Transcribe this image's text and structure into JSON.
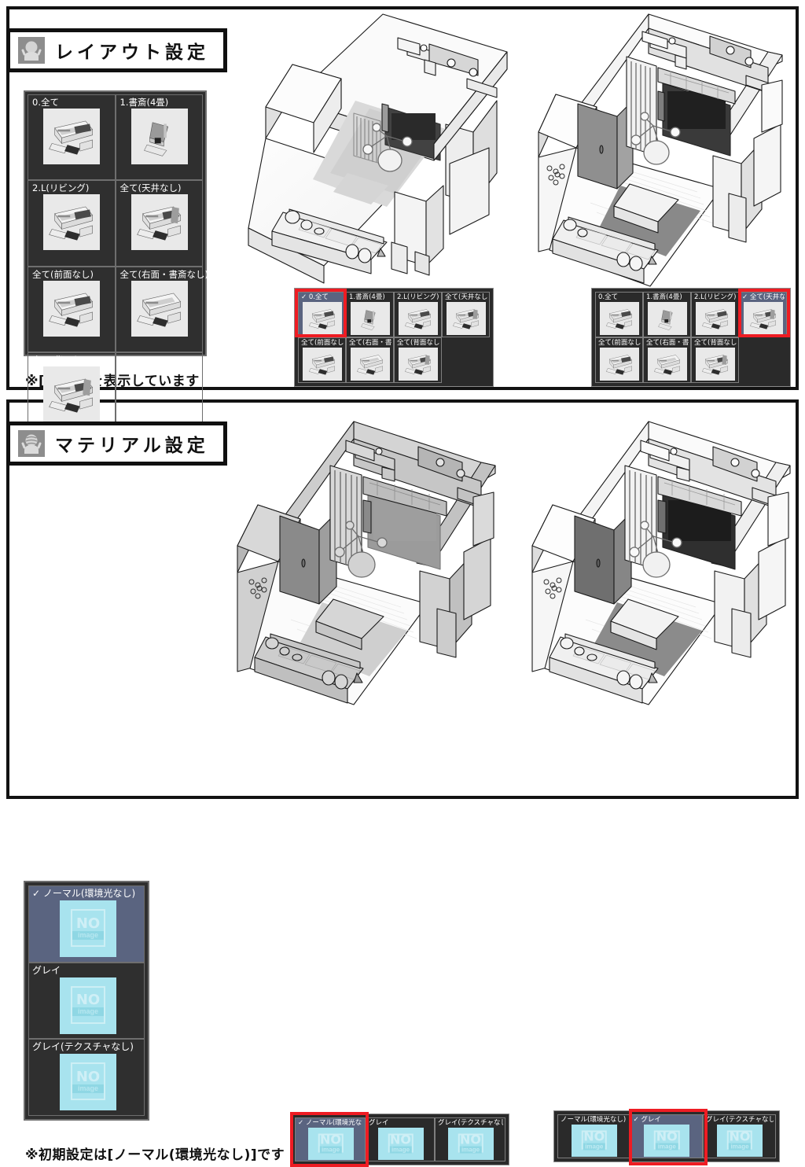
{
  "sections": [
    {
      "id": "layout",
      "header": {
        "icon": "hand-sphere-icon",
        "title": "レイアウト設定"
      },
      "note": "※[A]のみを表示しています",
      "palette_items": [
        "0.全て",
        "1.書斎(4畳)",
        "2.L(リビング)",
        "全て(天井なし)",
        "全て(前面なし)",
        "全て(右面・書斎なし)",
        "全て(背面なし)",
        ""
      ],
      "renders": [
        {
          "selected": "0.全て",
          "selected_index": 0
        },
        {
          "selected": "全て(天井なし)",
          "selected_index": 3
        }
      ]
    },
    {
      "id": "material",
      "header": {
        "icon": "hand-textured-sphere-icon",
        "title": "マテリアル設定"
      },
      "note": "※初期設定は[ノーマル(環境光なし)]です",
      "palette_items": [
        "ノーマル(環境光なし)",
        "グレイ",
        "グレイ(テクスチャなし)"
      ],
      "selected_index": 0,
      "thumb_no_text": "NO",
      "thumb_image_text": "image",
      "renders": [
        {
          "selected": "ノーマル(環境光なし)",
          "selected_index": 0
        },
        {
          "selected": "グレイ",
          "selected_index": 1
        }
      ]
    }
  ],
  "checkmark": "✓",
  "colors": {
    "selection_highlight": "#5a6480",
    "selection_outline": "#ee1c23",
    "panel_bg": "#2f2f2f",
    "panel_border": "#6e6e6e",
    "badge_icon_bg": "#8d8d8d",
    "thumb_placeholder": "#a8e3ee",
    "frame": "#121212"
  }
}
